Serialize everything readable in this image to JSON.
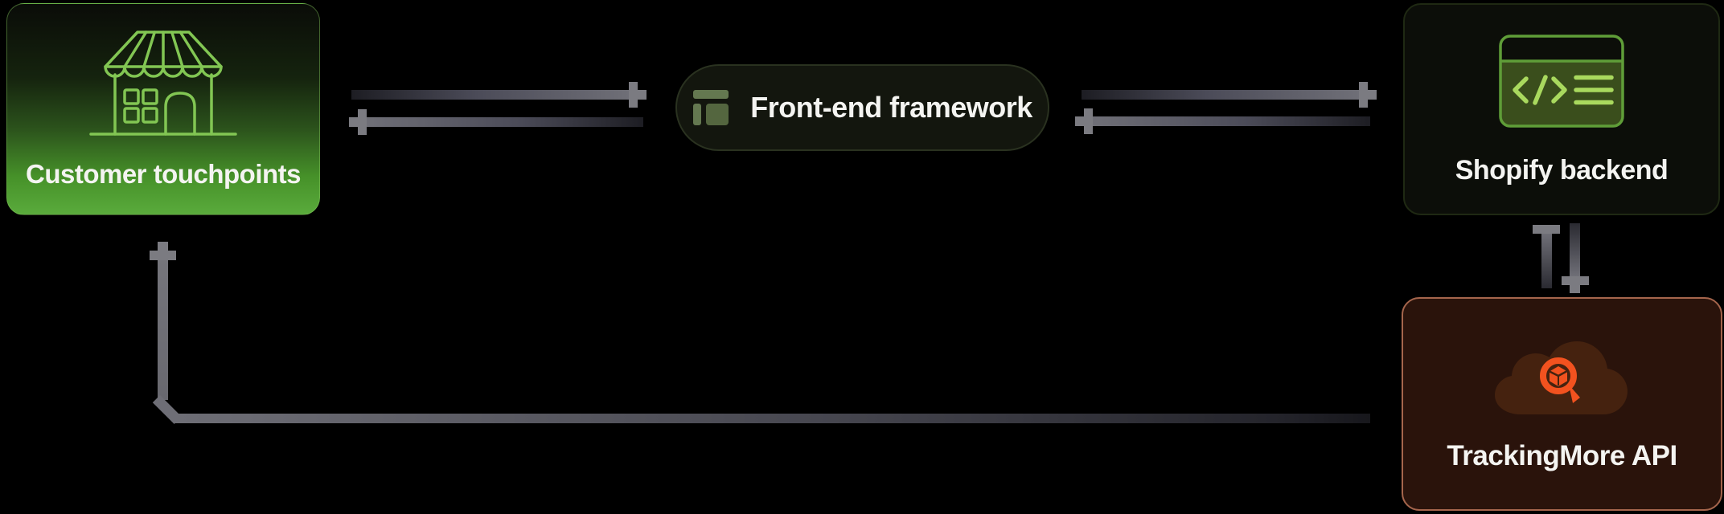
{
  "diagram": {
    "nodes": {
      "customer_touchpoints": {
        "label": "Customer touchpoints",
        "icon": "storefront-icon"
      },
      "frontend_framework": {
        "label": "Front-end framework",
        "icon": "layout-template-icon"
      },
      "shopify_backend": {
        "label": "Shopify backend",
        "icon": "code-browser-icon"
      },
      "trackingmore_api": {
        "label": "TrackingMore API",
        "icon": "tracking-magnifier-cloud-icon"
      }
    },
    "connections": [
      {
        "from": "customer_touchpoints",
        "to": "frontend_framework",
        "direction": "right"
      },
      {
        "from": "frontend_framework",
        "to": "customer_touchpoints",
        "direction": "left"
      },
      {
        "from": "frontend_framework",
        "to": "shopify_backend",
        "direction": "right"
      },
      {
        "from": "shopify_backend",
        "to": "frontend_framework",
        "direction": "left"
      },
      {
        "from": "trackingmore_api",
        "to": "shopify_backend",
        "direction": "up"
      },
      {
        "from": "shopify_backend",
        "to": "trackingmore_api",
        "direction": "down"
      },
      {
        "from": "trackingmore_api",
        "to": "customer_touchpoints",
        "direction": "up-left-around"
      }
    ],
    "colors": {
      "background": "#000000",
      "customer_gradient_bottom": "#5aab3c",
      "storefront_stroke": "#82c653",
      "pill_border": "#2a3220",
      "pill_icon_green": "#647850",
      "shopify_icon_outline": "#5f9d38",
      "shopify_icon_glyph": "#a9d95e",
      "tracking_box_bg": "#2a130b",
      "tracking_border": "#a5654c",
      "tracking_logo_orange": "#f2521f",
      "arrow_gray": "#7b7b81",
      "label_text": "#f4f4f1"
    }
  }
}
